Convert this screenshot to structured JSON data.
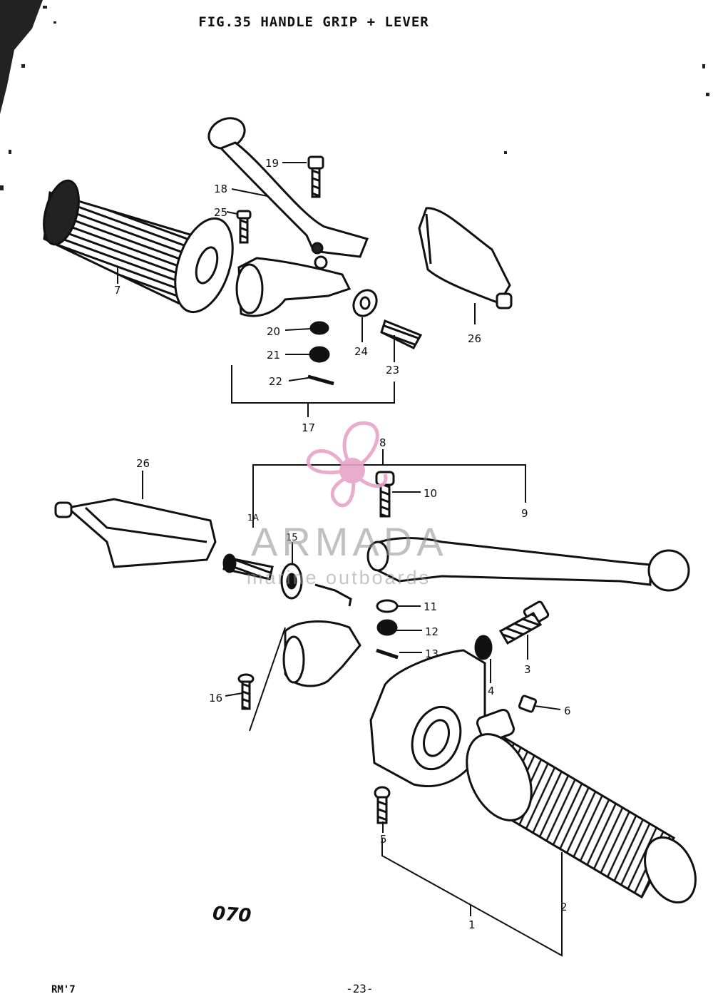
{
  "header": {
    "title": "FIG.35 HANDLE GRIP + LEVER"
  },
  "callouts": [
    {
      "id": "c1",
      "text": "1"
    },
    {
      "id": "c1A",
      "text": "1A"
    },
    {
      "id": "c2",
      "text": "2"
    },
    {
      "id": "c3",
      "text": "3"
    },
    {
      "id": "c4",
      "text": "4"
    },
    {
      "id": "c5",
      "text": "5"
    },
    {
      "id": "c6",
      "text": "6"
    },
    {
      "id": "c7",
      "text": "7"
    },
    {
      "id": "c8",
      "text": "8"
    },
    {
      "id": "c9",
      "text": "9"
    },
    {
      "id": "c10",
      "text": "10"
    },
    {
      "id": "c11",
      "text": "11"
    },
    {
      "id": "c12",
      "text": "12"
    },
    {
      "id": "c13",
      "text": "13"
    },
    {
      "id": "c15",
      "text": "15"
    },
    {
      "id": "c16",
      "text": "16"
    },
    {
      "id": "c17",
      "text": "17"
    },
    {
      "id": "c18",
      "text": "18"
    },
    {
      "id": "c19",
      "text": "19"
    },
    {
      "id": "c20",
      "text": "20"
    },
    {
      "id": "c21",
      "text": "21"
    },
    {
      "id": "c22",
      "text": "22"
    },
    {
      "id": "c23",
      "text": "23"
    },
    {
      "id": "c24",
      "text": "24"
    },
    {
      "id": "c25",
      "text": "25"
    },
    {
      "id": "c26a",
      "text": "26"
    },
    {
      "id": "c26b",
      "text": "26"
    }
  ],
  "drawing_code": "070",
  "footer": {
    "model_code": "RM'7",
    "page_number": "-23-"
  },
  "watermark": {
    "brand": "ARMADA",
    "tagline": "marine outboards",
    "logo": "propeller-logo",
    "color": "#e8a4c8"
  }
}
